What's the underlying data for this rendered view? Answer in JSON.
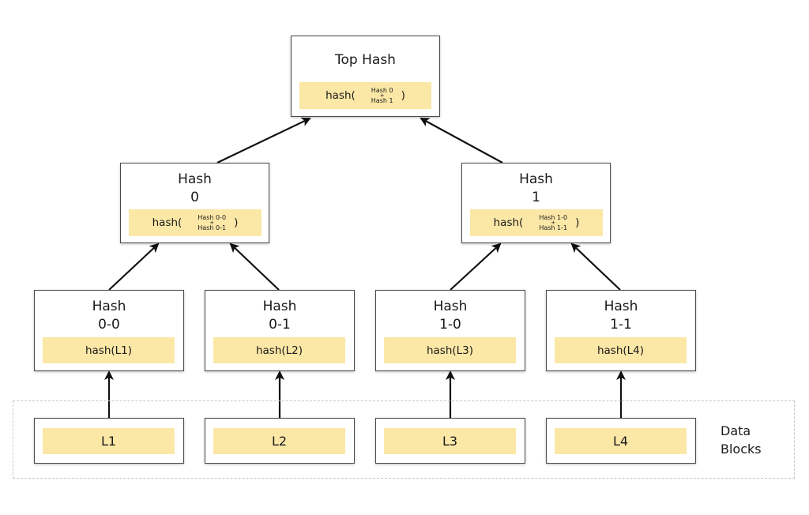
{
  "top": {
    "title": "Top Hash",
    "fn": "hash(",
    "in1": "Hash 0",
    "plus": "+",
    "in2": "Hash 1",
    "close": ")"
  },
  "mid": [
    {
      "l1": "Hash",
      "l2": "0",
      "fn": "hash(",
      "in1": "Hash 0-0",
      "plus": "+",
      "in2": "Hash 0-1",
      "close": ")"
    },
    {
      "l1": "Hash",
      "l2": "1",
      "fn": "hash(",
      "in1": "Hash 1-0",
      "plus": "+",
      "in2": "Hash 1-1",
      "close": ")"
    }
  ],
  "leaves": [
    {
      "l1": "Hash",
      "l2": "0-0",
      "fn": "hash(L1)"
    },
    {
      "l1": "Hash",
      "l2": "0-1",
      "fn": "hash(L2)"
    },
    {
      "l1": "Hash",
      "l2": "1-0",
      "fn": "hash(L3)"
    },
    {
      "l1": "Hash",
      "l2": "1-1",
      "fn": "hash(L4)"
    }
  ],
  "blocks": [
    "L1",
    "L2",
    "L3",
    "L4"
  ],
  "region_label": {
    "line1": "Data",
    "line2": "Blocks"
  },
  "colors": {
    "band": "#fbe7a6",
    "border": "#4a4a4a",
    "arrow": "#111111",
    "dashed": "#c6c6c6"
  }
}
